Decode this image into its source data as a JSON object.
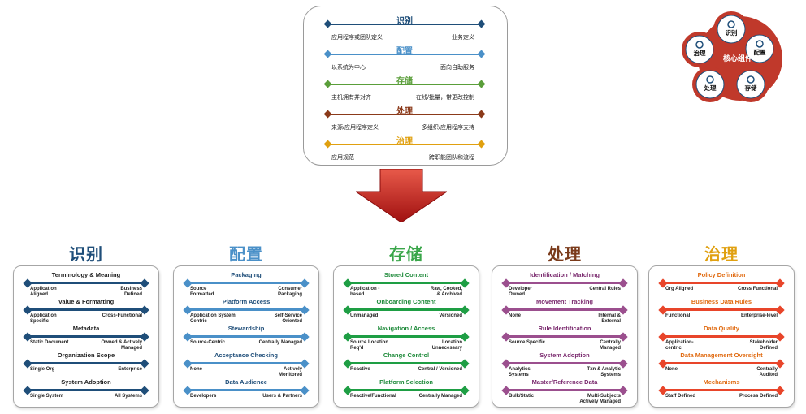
{
  "top_panel": {
    "tracks": [
      {
        "title": "识别",
        "left": "应用程序或团队定义",
        "right": "业务定义",
        "color": "#1f4e79"
      },
      {
        "title": "配置",
        "left": "以系统为中心",
        "right": "面向自助服务",
        "color": "#4a90c8"
      },
      {
        "title": "存储",
        "left": "主机拥有并对齐",
        "right": "在线/批量，带更改控制",
        "color": "#5a9e3a"
      },
      {
        "title": "处理",
        "left": "来源/应用程序定义",
        "right": "多组织/应用程序支持",
        "color": "#8b3a1a"
      },
      {
        "title": "治理",
        "left": "应用规范",
        "right": "跨职能团队和流程",
        "color": "#e0a010"
      }
    ]
  },
  "core_components": {
    "center": "核心组件",
    "nodes": [
      {
        "label": "识别",
        "icon": "magnifier-icon"
      },
      {
        "label": "配置",
        "icon": "network-icon"
      },
      {
        "label": "存储",
        "icon": "database-icon"
      },
      {
        "label": "处理",
        "icon": "gears-icon"
      },
      {
        "label": "治理",
        "icon": "org-chart-icon"
      }
    ]
  },
  "columns": [
    {
      "title": "识别",
      "title_color": "#1f4e79",
      "line_color": "#1f4e79",
      "label_color": "#1f1f1f",
      "items": [
        {
          "name": "Terminology & Meaning",
          "left": "Application\nAligned",
          "right": "Business\nDefined"
        },
        {
          "name": "Value & Formatting",
          "left": "Application\nSpecific",
          "right": "Cross-Functional"
        },
        {
          "name": "Metadata",
          "left": "Static Document",
          "right": "Owned & Actively\nManaged"
        },
        {
          "name": "Organization Scope",
          "left": "Single Org",
          "right": "Enterprise"
        },
        {
          "name": "System Adoption",
          "left": "Single System",
          "right": "All Systems"
        }
      ]
    },
    {
      "title": "配置",
      "title_color": "#4a90c8",
      "line_color": "#4a90c8",
      "label_color": "#1f4e79",
      "items": [
        {
          "name": "Packaging",
          "left": "Source\nFormatted",
          "right": "Consumer\nPackaging"
        },
        {
          "name": "Platform Access",
          "left": "Application System\nCentric",
          "right": "Self-Service\nOriented"
        },
        {
          "name": "Stewardship",
          "left": "Source-Centric",
          "right": "Centrally Managed"
        },
        {
          "name": "Acceptance Checking",
          "left": "None",
          "right": "Actively\nMonitored"
        },
        {
          "name": "Data Audience",
          "left": "Developers",
          "right": "Users & Partners"
        }
      ]
    },
    {
      "title": "存储",
      "title_color": "#3aa64a",
      "line_color": "#1e9e44",
      "label_color": "#1e8a3a",
      "items": [
        {
          "name": "Stored Content",
          "left": "Application -\nbased",
          "right": "Raw, Cooked,\n& Archived"
        },
        {
          "name": "Onboarding Content",
          "left": "Unmanaged",
          "right": "Versioned"
        },
        {
          "name": "Navigation / Access",
          "left": "Source Location\nReq'd",
          "right": "Location\nUnnecessary"
        },
        {
          "name": "Change Control",
          "left": "Reactive",
          "right": "Central / Versioned"
        },
        {
          "name": "Platform Selection",
          "left": "Reactive/Functional",
          "right": "Centrally Managed"
        }
      ]
    },
    {
      "title": "处理",
      "title_color": "#7a3a1a",
      "line_color": "#9b4f8e",
      "label_color": "#7a2a6e",
      "items": [
        {
          "name": "Identification / Matching",
          "left": "Developer\nOwned",
          "right": "Central Rules"
        },
        {
          "name": "Movement Tracking",
          "left": "None",
          "right": "Internal &\nExternal"
        },
        {
          "name": "Rule Identification",
          "left": "Source Specific",
          "right": "Centrally\nManaged"
        },
        {
          "name": "System Adoption",
          "left": "Analytics\nSystems",
          "right": "Txn & Analytic\nSystems"
        },
        {
          "name": "Master/Reference Data",
          "left": "Bulk/Static",
          "right": "Multi-Subjects\nActively Managed"
        }
      ]
    },
    {
      "title": "治理",
      "title_color": "#e0a010",
      "line_color": "#e8452a",
      "label_color": "#e06a10",
      "items": [
        {
          "name": "Policy Definition",
          "left": "Org Aligned",
          "right": "Cross Functional"
        },
        {
          "name": "Business Data Rules",
          "left": "Functional",
          "right": "Enterprise-level"
        },
        {
          "name": "Data Quality",
          "left": "Application-\ncentric",
          "right": "Stakeholder\nDefined"
        },
        {
          "name": "Data Management Oversight",
          "left": "None",
          "right": "Centrally\nAudited"
        },
        {
          "name": "Mechanisms",
          "left": "Staff Defined",
          "right": "Process Defined"
        }
      ]
    }
  ]
}
